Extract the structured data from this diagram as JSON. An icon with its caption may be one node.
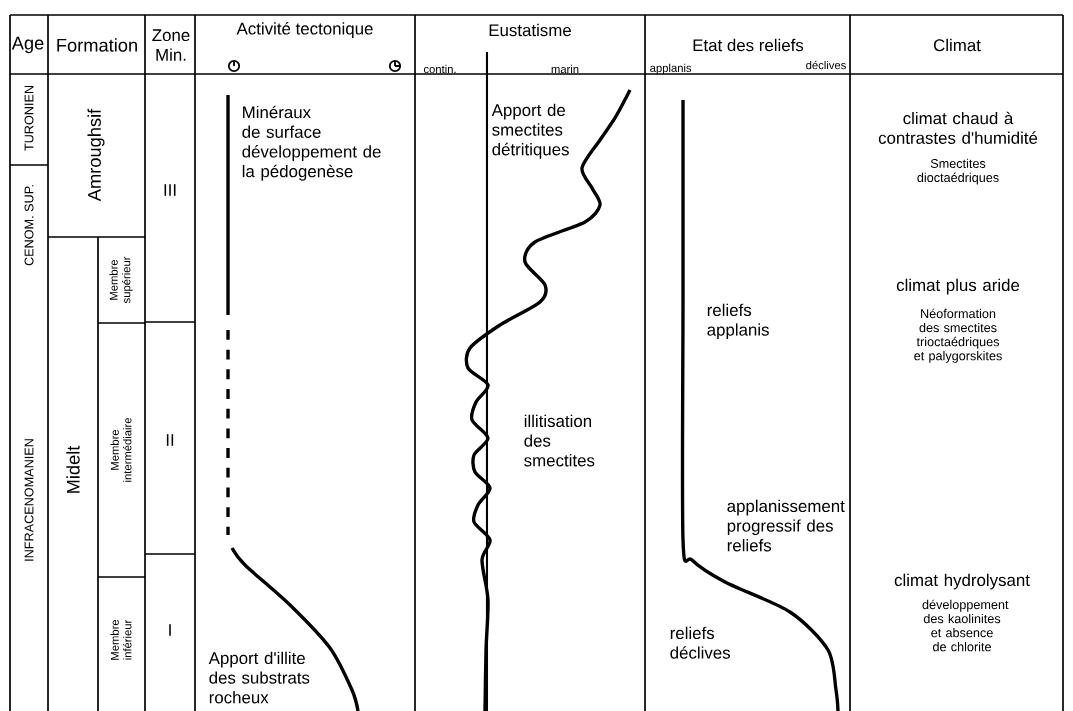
{
  "diagram": {
    "nodes": [
      {
        "text": [
          "TURONIEN"
        ]
      },
      {
        "text": [
          "CENOM. SUP."
        ]
      },
      {
        "text": [
          "INFRACENOMANIEN"
        ]
      },
      {
        "text": [
          "Amroughsif"
        ]
      },
      {
        "text": [
          "Midelt"
        ]
      },
      {
        "text": [
          "Membre supérieur"
        ]
      },
      {
        "text": [
          "Membre intermédiaire"
        ]
      },
      {
        "text": [
          "Membre inférieur"
        ]
      },
      {
        "text": [
          "III"
        ]
      },
      {
        "text": [
          "II"
        ]
      },
      {
        "text": [
          "I"
        ]
      }
    ],
    "labels": [
      "Age",
      "Formation",
      "Zone Min.",
      "Activité tectonique",
      "Eustatisme",
      "Etat des reliefs",
      "Climat",
      "contin.",
      "marin",
      "applanis",
      "déclives",
      "Minéraux de surface développement de la pédogenèse",
      "Apport de smectites détritiques",
      "climat chaud à contrastes d'humidité",
      "Smectites dioctaédriques",
      "climat plus aride",
      "reliefs applanis",
      "Néoformation des smectites trioctaédriques et palygorskites",
      "illitisation des smectites",
      "applanissement progressif des reliefs",
      "climat hydrolysant",
      "développement des kaolinites et absence de chlorite",
      "reliefs déclives",
      "Apport d'illite des substrats rocheux"
    ]
  }
}
